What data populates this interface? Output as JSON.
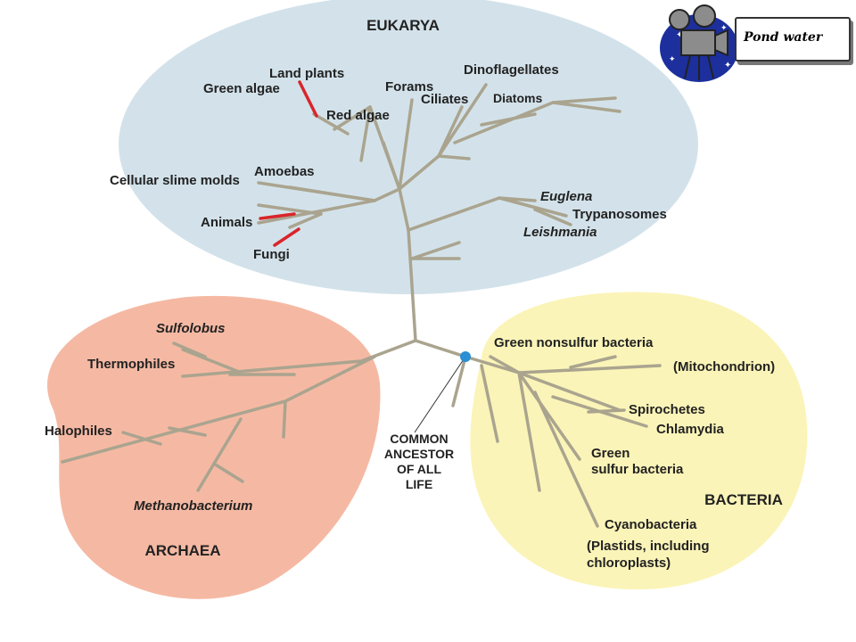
{
  "domains": {
    "eukarya": "EUKARYA",
    "archaea": "ARCHAEA",
    "bacteria": "BACTERIA"
  },
  "eukarya_labels": {
    "land_plants": "Land plants",
    "green_algae": "Green algae",
    "red_algae": "Red algae",
    "forams": "Forams",
    "ciliates": "Ciliates",
    "dinoflagellates": "Dinoflagellates",
    "diatoms": "Diatoms",
    "cellular_slime_molds": "Cellular slime molds",
    "amoebas": "Amoebas",
    "animals": "Animals",
    "fungi": "Fungi",
    "euglena": "Euglena",
    "trypanosomes": "Trypanosomes",
    "leishmania": "Leishmania"
  },
  "archaea_labels": {
    "sulfolobus": "Sulfolobus",
    "thermophiles": "Thermophiles",
    "halophiles": "Halophiles",
    "methanobacterium": "Methanobacterium"
  },
  "bacteria_labels": {
    "green_nonsulfur": "Green nonsulfur bacteria",
    "mitochondrion": "(Mitochondrion)",
    "spirochetes": "Spirochetes",
    "chlamydia": "Chlamydia",
    "green_sulfur_1": "Green",
    "green_sulfur_2": "sulfur bacteria",
    "cyanobacteria": "Cyanobacteria",
    "plastids_1": "(Plastids, including",
    "plastids_2": "chloroplasts)"
  },
  "common_ancestor": [
    "COMMON",
    "ANCESTOR",
    "OF ALL",
    "LIFE"
  ],
  "media": {
    "label": "Pond water",
    "icon": "film-projector-icon"
  },
  "colors": {
    "eukarya_fill": "#d3e2ea",
    "archaea_fill": "#f5b9a3",
    "bacteria_fill": "#fbf4b8",
    "branch": "#aaa48f",
    "highlight_branch": "#d9252b",
    "ancestor_dot": "#2a8fd4",
    "media_blue": "#1c2f9c"
  }
}
